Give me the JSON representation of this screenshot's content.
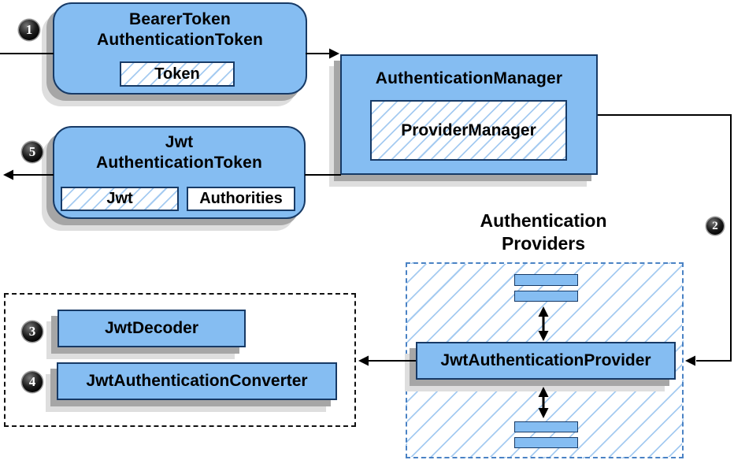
{
  "diagram": {
    "nodes": {
      "bearer_token": {
        "title": "BearerToken\nAuthenticationToken",
        "field": "Token"
      },
      "authentication_manager": {
        "title": "AuthenticationManager",
        "field": "ProviderManager"
      },
      "jwt_token": {
        "title": "Jwt\nAuthenticationToken",
        "field_left": "Jwt",
        "field_right": "Authorities"
      },
      "providers_group": {
        "label": "Authentication\nProviders"
      },
      "jwt_provider": {
        "title": "JwtAuthenticationProvider"
      },
      "jwt_decoder": {
        "title": "JwtDecoder"
      },
      "jwt_converter": {
        "title": "JwtAuthenticationConverter"
      }
    },
    "steps": {
      "s1": "1",
      "s2": "2",
      "s3": "3",
      "s4": "4",
      "s5": "5"
    },
    "colors": {
      "node_fill": "#85bdf2",
      "node_border": "#173a66",
      "hatch_line": "#a5cbf1",
      "providers_dash_border": "#4a82c4",
      "group_dash_border": "#111111",
      "shadow_dark": "#a6a6a6",
      "shadow_light": "#dedede",
      "arrow": "#000000",
      "badge_bg": "#000000",
      "badge_text": "#ffffff"
    }
  }
}
